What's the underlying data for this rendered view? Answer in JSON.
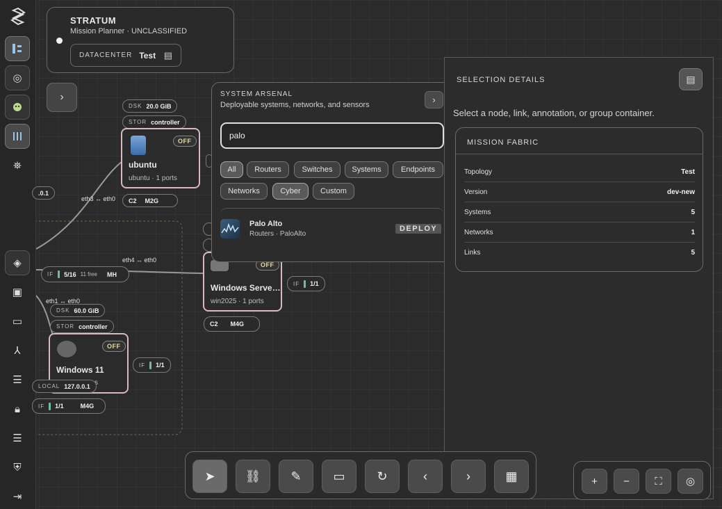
{
  "header": {
    "brand": "STRATUM",
    "subtitle": "Mission Planner · UNCLASSIFIED",
    "datacenter_label": "DATACENTER",
    "datacenter_value": "Test"
  },
  "rail": {
    "items": [
      "topology-icon",
      "target-icon",
      "bug-icon",
      "tools-icon",
      "satellite-icon",
      "layers-icon",
      "chip-icon",
      "nic-icon",
      "network-icon",
      "storage-icon",
      "lock-icon",
      "list-icon",
      "shield-icon",
      "logout-icon"
    ]
  },
  "canvas": {
    "nodes": [
      {
        "name": "ubuntu",
        "sub": "ubuntu · 1 ports",
        "status": "OFF"
      },
      {
        "name": "Windows Serve…",
        "sub": "win2025 · 1 ports",
        "status": "OFF"
      },
      {
        "name": "Windows 11",
        "sub": "s",
        "status": "OFF"
      }
    ],
    "tags": {
      "ubuntu_dsk_k": "DSK",
      "ubuntu_dsk_v": "20.0 GiB",
      "ubuntu_stor_k": "STOR",
      "ubuntu_stor_v": "controller",
      "ubuntu_c2": "C2",
      "ubuntu_m": "M2G",
      "left_ip": ".0.1",
      "if_mid_k": "IF",
      "if_mid_v": "5/16",
      "if_mid_free": "11 free",
      "if_mid_mh": "MH",
      "ws_if_k": "IF",
      "ws_if_v": "1/1",
      "ws_c2": "C2",
      "ws_m": "M4G",
      "w11_dsk_k": "DSK",
      "w11_dsk_v": "60.0 GiB",
      "w11_stor_k": "STOR",
      "w11_stor_v": "controller",
      "w11_if_k": "IF",
      "w11_if_v": "1/1",
      "w11_local_k": "LOCAL",
      "w11_local_v": "127.0.0.1",
      "w11_bif_k": "IF",
      "w11_bif_v": "1/1",
      "w11_bm": "M4G"
    },
    "edges": [
      "eth3 ↔ eth0",
      "eth4 ↔ eth0",
      "eth1 ↔ eth0"
    ]
  },
  "arsenal": {
    "title": "SYSTEM ARSENAL",
    "subtitle": "Deployable systems, networks, and sensors",
    "search_value": "palo",
    "filters": [
      "All",
      "Routers",
      "Switches",
      "Systems",
      "Endpoints",
      "Networks",
      "Cyber",
      "Custom"
    ],
    "result": {
      "name": "Palo Alto",
      "sub": "Routers · PaloAlto",
      "action": "DEPLOY"
    }
  },
  "details": {
    "title": "SELECTION DETAILS",
    "hint": "Select a node, link, annotation, or group container.",
    "fabric_title": "MISSION FABRIC",
    "rows": [
      {
        "k": "Topology",
        "v": "Test"
      },
      {
        "k": "Version",
        "v": "dev-new"
      },
      {
        "k": "Systems",
        "v": "5"
      },
      {
        "k": "Networks",
        "v": "1"
      },
      {
        "k": "Links",
        "v": "5"
      }
    ]
  },
  "toolbar": [
    "select-icon",
    "link-icon",
    "annotate-icon",
    "group-icon",
    "refresh-icon",
    "undo-icon",
    "redo-icon",
    "layout-icon"
  ],
  "zoom": [
    "zoom-in-icon",
    "zoom-out-icon",
    "fit-icon",
    "center-icon"
  ]
}
